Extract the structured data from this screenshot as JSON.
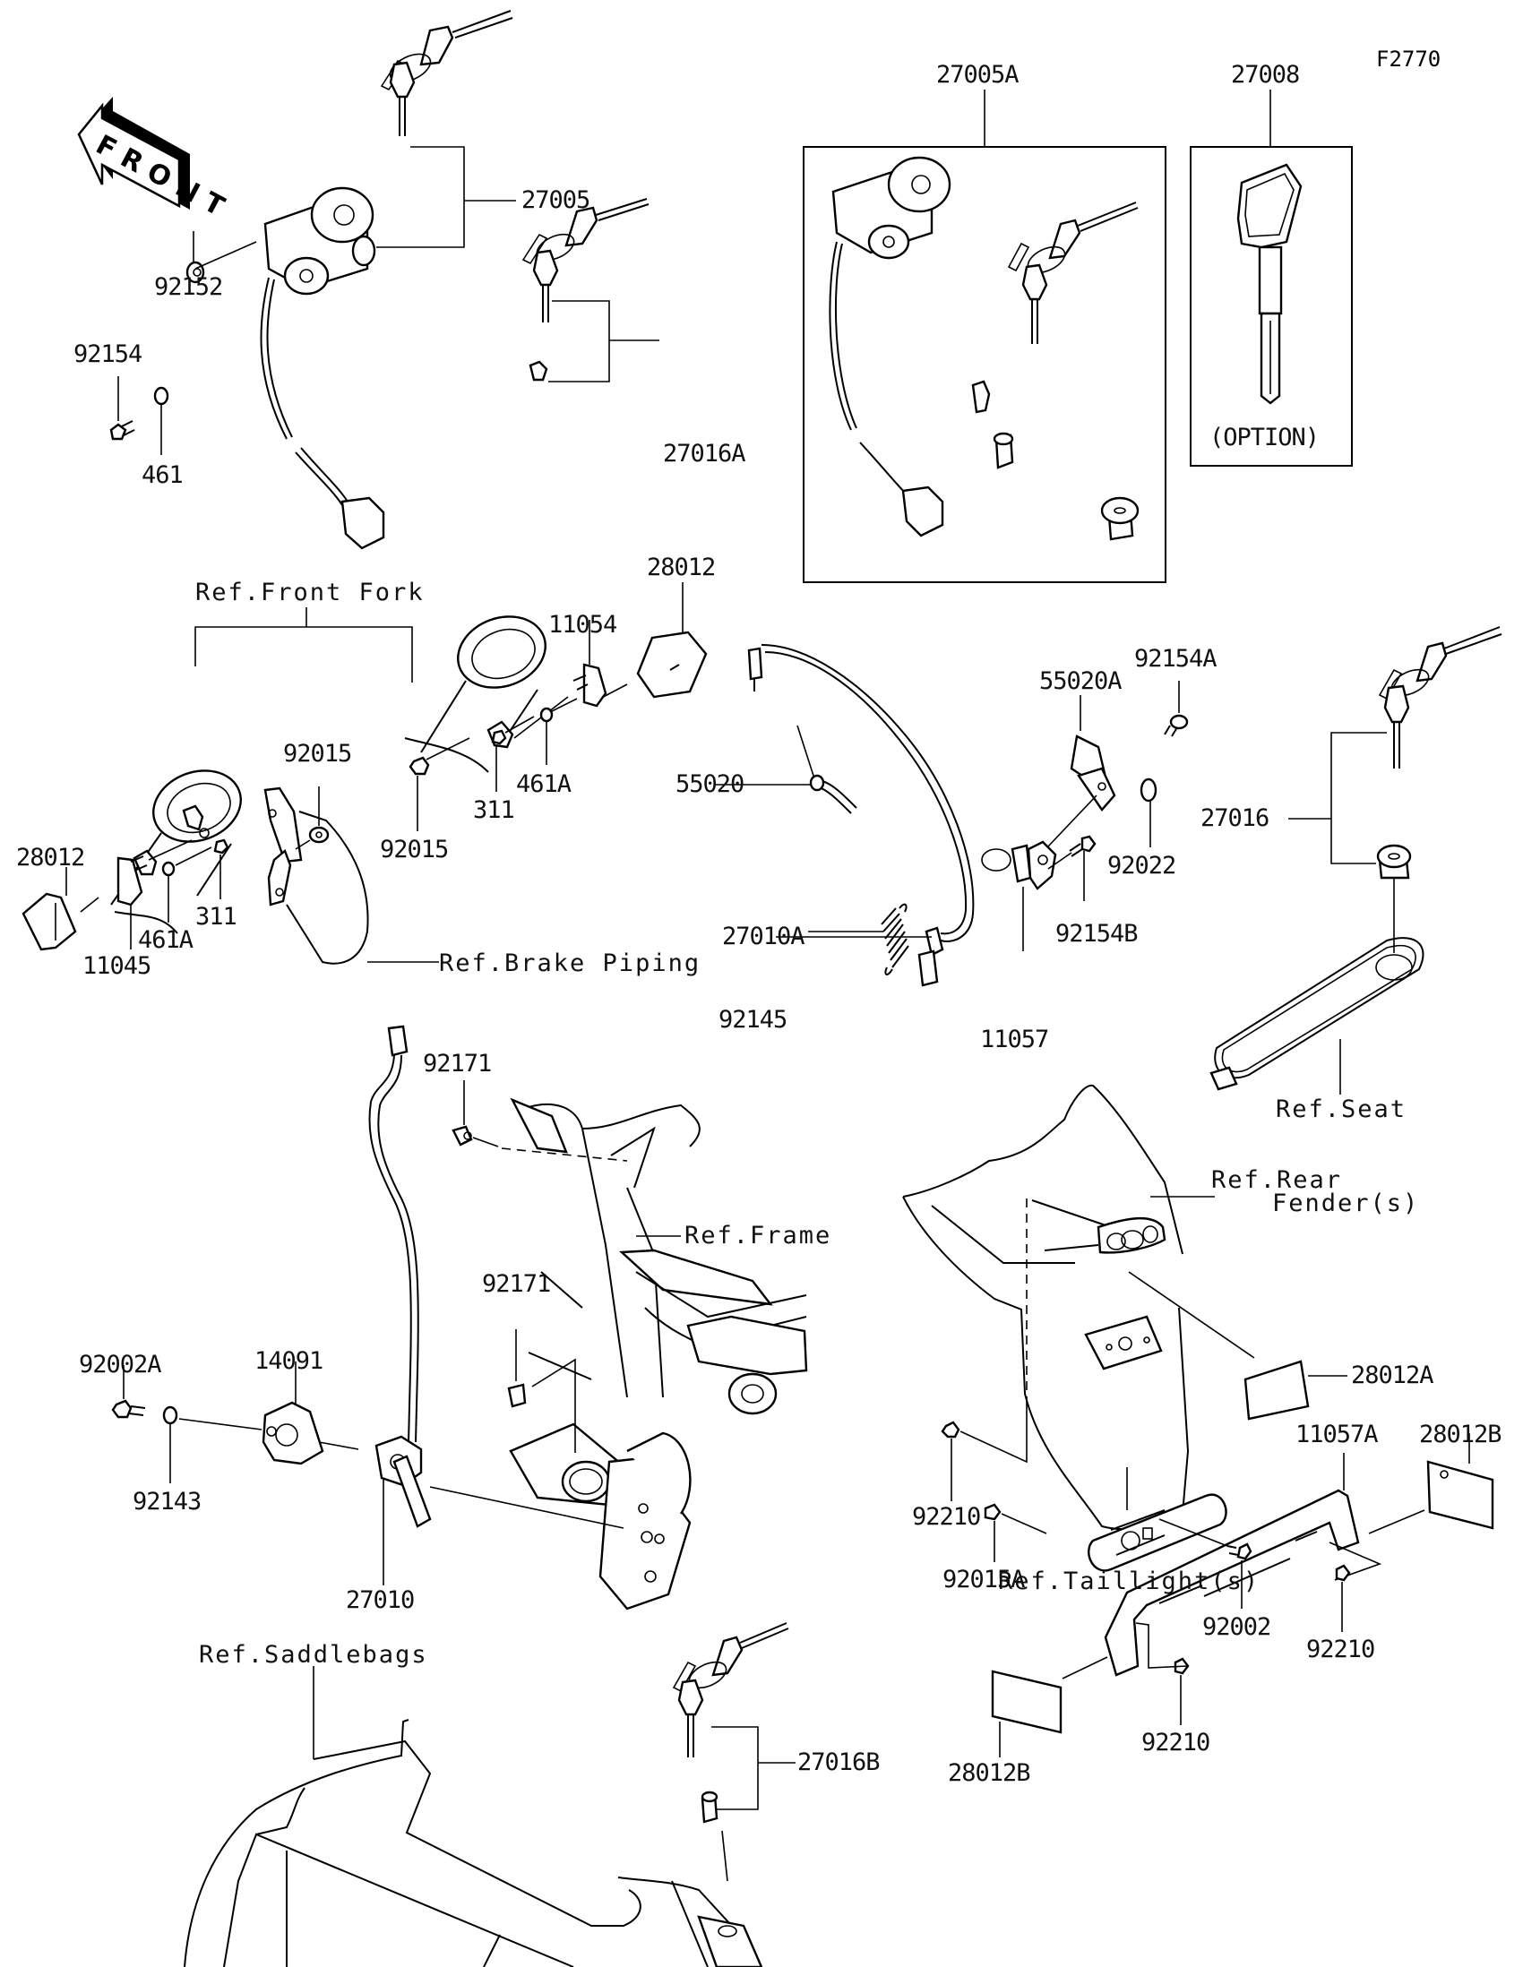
{
  "figure": {
    "id": "F2770",
    "front_indicator": "FRONT",
    "type": "exploded parts diagram - ignition switch / locks"
  },
  "parts": [
    {
      "id": "p-27005",
      "number": "27005",
      "desc": "ignition switch set with keys"
    },
    {
      "id": "p-92152",
      "number": "92152"
    },
    {
      "id": "p-92154",
      "number": "92154"
    },
    {
      "id": "p-461",
      "number": "461"
    },
    {
      "id": "p-27016A",
      "number": "27016A",
      "desc": "key set with lock cylinder"
    },
    {
      "id": "p-27005A",
      "number": "27005A",
      "desc": "ignition switch kit (boxed)"
    },
    {
      "id": "p-27008",
      "number": "27008",
      "desc": "blank key",
      "note": "(OPTION)"
    },
    {
      "id": "p-28012-top",
      "number": "28012"
    },
    {
      "id": "p-11054",
      "number": "11054"
    },
    {
      "id": "p-92015-a",
      "number": "92015"
    },
    {
      "id": "p-92015-b",
      "number": "92015"
    },
    {
      "id": "p-311-a",
      "number": "311"
    },
    {
      "id": "p-461A-a",
      "number": "461A"
    },
    {
      "id": "p-28012-left",
      "number": "28012"
    },
    {
      "id": "p-11045",
      "number": "11045"
    },
    {
      "id": "p-461A-b",
      "number": "461A"
    },
    {
      "id": "p-311-b",
      "number": "311"
    },
    {
      "id": "p-55020",
      "number": "55020"
    },
    {
      "id": "p-55020A",
      "number": "55020A"
    },
    {
      "id": "p-92154A",
      "number": "92154A"
    },
    {
      "id": "p-92022",
      "number": "92022"
    },
    {
      "id": "p-27016",
      "number": "27016"
    },
    {
      "id": "p-27010A",
      "number": "27010A"
    },
    {
      "id": "p-92145",
      "number": "92145"
    },
    {
      "id": "p-92154B",
      "number": "92154B"
    },
    {
      "id": "p-11057",
      "number": "11057"
    },
    {
      "id": "p-92171-a",
      "number": "92171"
    },
    {
      "id": "p-92171-b",
      "number": "92171"
    },
    {
      "id": "p-92002A",
      "number": "92002A"
    },
    {
      "id": "p-14091",
      "number": "14091"
    },
    {
      "id": "p-92143",
      "number": "92143"
    },
    {
      "id": "p-27010",
      "number": "27010"
    },
    {
      "id": "p-92210-a",
      "number": "92210"
    },
    {
      "id": "p-28012A",
      "number": "28012A"
    },
    {
      "id": "p-27016B",
      "number": "27016B"
    },
    {
      "id": "p-11057A",
      "number": "11057A"
    },
    {
      "id": "p-28012B-a",
      "number": "28012B"
    },
    {
      "id": "p-92015A",
      "number": "92015A"
    },
    {
      "id": "p-92002",
      "number": "92002"
    },
    {
      "id": "p-92210-b",
      "number": "92210"
    },
    {
      "id": "p-92210-c",
      "number": "92210"
    },
    {
      "id": "p-28012B-b",
      "number": "28012B"
    }
  ],
  "references": {
    "front_fork": "Ref.Front Fork",
    "brake_piping": "Ref.Brake Piping",
    "seat": "Ref.Seat",
    "frame": "Ref.Frame",
    "rear_fender_line1": "Ref.Rear",
    "rear_fender_line2": "Fender(s)",
    "taillight": "Ref.Taillight(s)",
    "saddlebags": "Ref.Saddlebags"
  }
}
